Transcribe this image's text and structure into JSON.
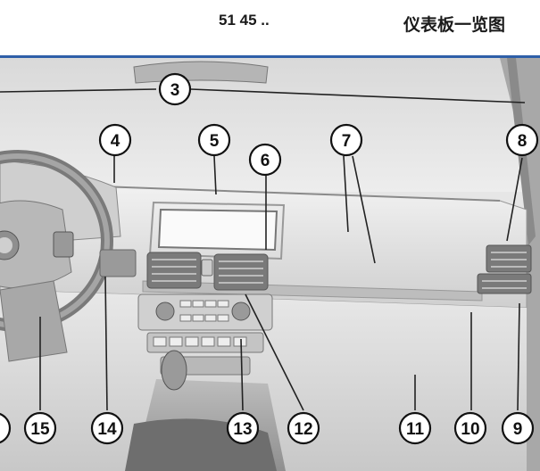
{
  "header": {
    "code": "51 45 ..",
    "title": "仪表板一览图"
  },
  "figure": {
    "callouts": [
      {
        "id": "callout-3",
        "label": "3"
      },
      {
        "id": "callout-4",
        "label": "4"
      },
      {
        "id": "callout-5",
        "label": "5"
      },
      {
        "id": "callout-6",
        "label": "6"
      },
      {
        "id": "callout-7",
        "label": "7"
      },
      {
        "id": "callout-8",
        "label": "8"
      },
      {
        "id": "callout-9",
        "label": "9"
      },
      {
        "id": "callout-10",
        "label": "10"
      },
      {
        "id": "callout-11",
        "label": "11"
      },
      {
        "id": "callout-12",
        "label": "12"
      },
      {
        "id": "callout-13",
        "label": "13"
      },
      {
        "id": "callout-14",
        "label": "14"
      },
      {
        "id": "callout-15",
        "label": "15"
      }
    ]
  }
}
